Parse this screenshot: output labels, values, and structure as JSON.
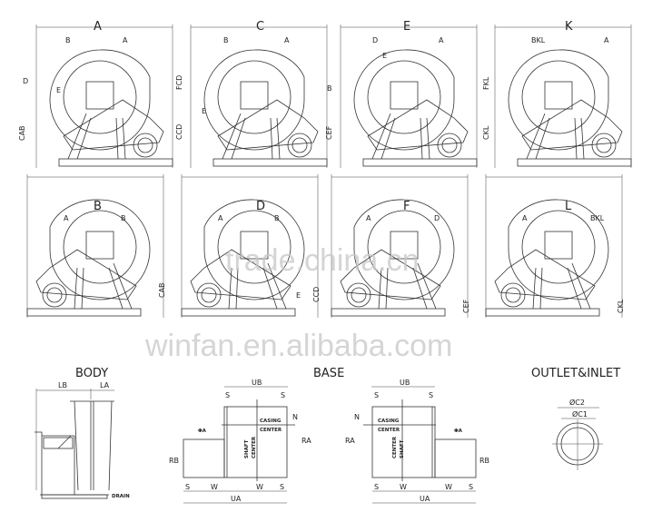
{
  "panels_top": [
    {
      "title": "A",
      "top_left": "B",
      "top_right": "A",
      "side": [
        "D",
        "E",
        "CAB"
      ]
    },
    {
      "title": "C",
      "top_left": "B",
      "top_right": "A",
      "side": [
        "FCD",
        "E",
        "CCD"
      ]
    },
    {
      "title": "E",
      "top_left": "D",
      "top_right": "A",
      "side": [
        "B",
        "E",
        "CEF"
      ]
    },
    {
      "title": "K",
      "top_left": "BKL",
      "top_right": "A",
      "side": [
        "FKL",
        "CKL"
      ]
    }
  ],
  "panels_bottom": [
    {
      "title": "B",
      "top_left": "A",
      "top_right": "B",
      "side": [
        "CAB"
      ]
    },
    {
      "title": "D",
      "top_left": "A",
      "top_right": "B",
      "side": [
        "E",
        "CCD"
      ]
    },
    {
      "title": "F",
      "top_left": "A",
      "top_right": "D",
      "side": [
        "CEF"
      ]
    },
    {
      "title": "L",
      "top_left": "A",
      "top_right": "BKL",
      "side": [
        "CKL"
      ]
    }
  ],
  "body": {
    "title": "BODY",
    "lb": "LB",
    "la": "LA",
    "drain": "DRAIN"
  },
  "base": {
    "title": "BASE",
    "ub": "UB",
    "ua": "UA",
    "s": "S",
    "w": "W",
    "n": "N",
    "ra": "RA",
    "rb": "RB",
    "casing_center": [
      "CASING",
      "CENTER"
    ],
    "shaft_center": [
      "SHAFT",
      "CENTER"
    ],
    "hole": "ΦA"
  },
  "outlet": {
    "title": "OUTLET&INLET",
    "c2": "ØC2",
    "c1": "ØC1"
  },
  "watermarks": [
    "trade.china.cn",
    "winfan.en.alibaba.com"
  ]
}
